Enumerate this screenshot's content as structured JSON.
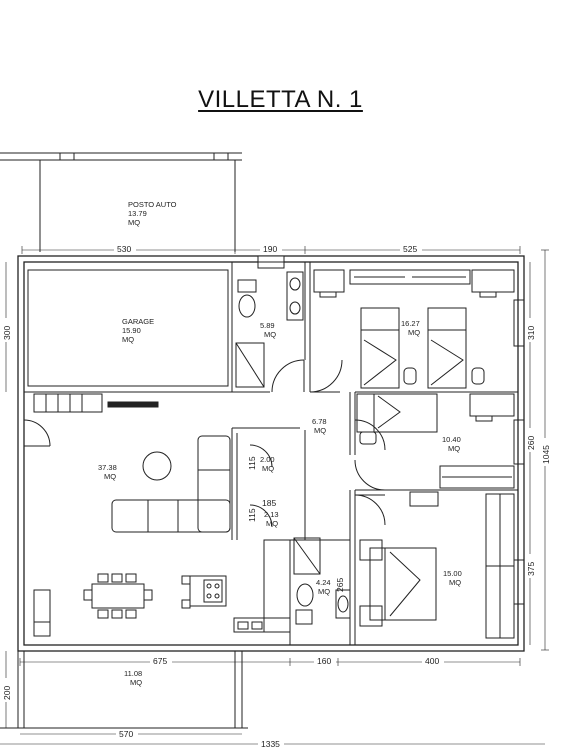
{
  "title": "VILLETTA N. 1",
  "rooms": [
    {
      "id": "posto-auto",
      "name": "POSTO AUTO",
      "area": "13.79",
      "unit": "MQ"
    },
    {
      "id": "garage",
      "name": "GARAGE",
      "area": "15.90",
      "unit": "MQ"
    },
    {
      "id": "bath-top",
      "area": "5.89",
      "unit": "MQ"
    },
    {
      "id": "bedroom-double",
      "area": "16.27",
      "unit": "MQ"
    },
    {
      "id": "hall",
      "area": "6.78",
      "unit": "MQ"
    },
    {
      "id": "bedroom-single",
      "area": "10.40",
      "unit": "MQ"
    },
    {
      "id": "living",
      "area": "37.38",
      "unit": "MQ"
    },
    {
      "id": "storage-1",
      "area": "2.00",
      "unit": "MQ"
    },
    {
      "id": "storage-2",
      "area": "2.13",
      "unit": "MQ"
    },
    {
      "id": "bath-bottom",
      "area": "4.24",
      "unit": "MQ"
    },
    {
      "id": "master-bedroom",
      "area": "15.00",
      "unit": "MQ"
    },
    {
      "id": "terrace",
      "area": "11.08",
      "unit": "MQ"
    }
  ],
  "dimensions": {
    "top_530": "530",
    "top_190": "190",
    "top_525": "525",
    "left_300": "300",
    "right_310": "310",
    "right_260": "260",
    "right_1045": "1045",
    "right_375": "375",
    "inner_115a": "115",
    "inner_185": "185",
    "inner_115b": "115",
    "inner_265": "265",
    "bottom_675": "675",
    "bottom_160": "160",
    "bottom_400": "400",
    "left_200": "200",
    "bottom_570": "570",
    "bottom_1335": "1335"
  }
}
